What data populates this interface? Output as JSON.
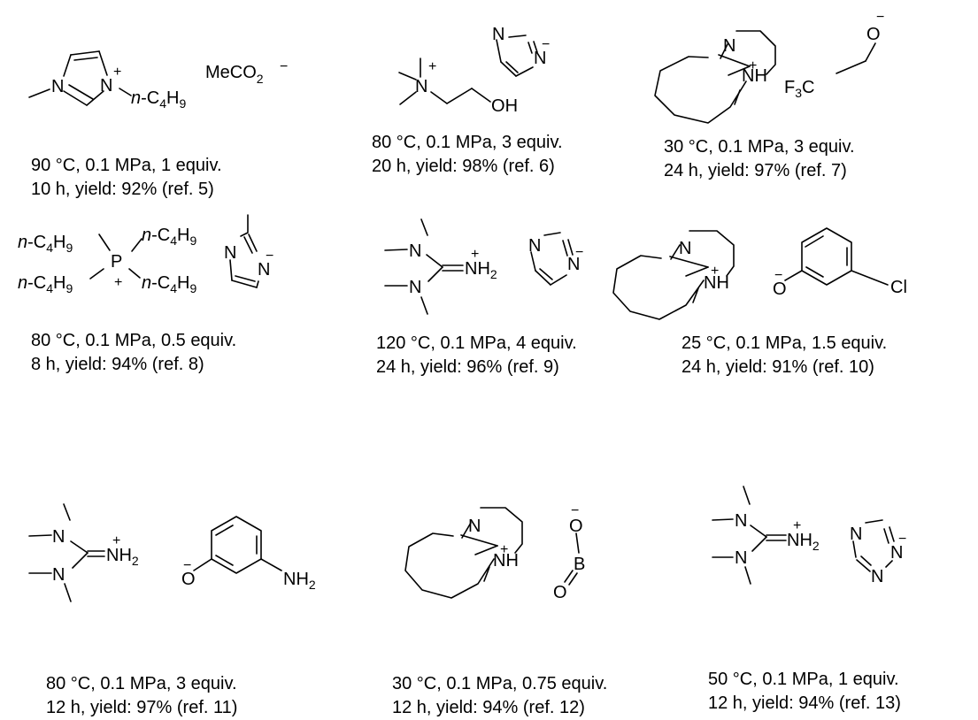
{
  "conditions": [
    {
      "line1": "90 °C, 0.1 MPa, 1 equiv.",
      "line2": "10 h, yield: 92% (ref. 5)"
    },
    {
      "line1": "80 °C, 0.1 MPa, 3 equiv.",
      "line2": "20 h, yield: 98% (ref. 6)"
    },
    {
      "line1": "30 °C, 0.1 MPa, 3 equiv.",
      "line2": "24 h, yield: 97% (ref. 7)"
    },
    {
      "line1": "80 °C, 0.1 MPa, 0.5 equiv.",
      "line2": "8 h, yield: 94% (ref. 8)"
    },
    {
      "line1": "120 °C, 0.1 MPa, 4 equiv.",
      "line2": "24 h, yield: 96% (ref. 9)"
    },
    {
      "line1": "25 °C, 0.1 MPa, 1.5 equiv.",
      "line2": "24 h, yield: 91% (ref. 10)"
    },
    {
      "line1": "80 °C, 0.1 MPa, 3 equiv.",
      "line2": "12 h, yield: 97% (ref. 11)"
    },
    {
      "line1": "30 °C, 0.1 MPa, 0.75 equiv.",
      "line2": "12 h, yield: 94% (ref. 12)"
    },
    {
      "line1": "50 °C, 0.1 MPa, 1 equiv.",
      "line2": "12 h, yield: 94% (ref. 13)"
    }
  ],
  "labels": {
    "n": "N",
    "p": "P",
    "o": "O",
    "b": "B",
    "h": "H",
    "cl": "Cl",
    "f": "F",
    "me_co": "MeCO",
    "two": "2",
    "three": "3",
    "four": "4",
    "nine": "9",
    "nprefix": "n",
    "dash_c": "-C",
    "plus": "+",
    "minus": "−"
  }
}
